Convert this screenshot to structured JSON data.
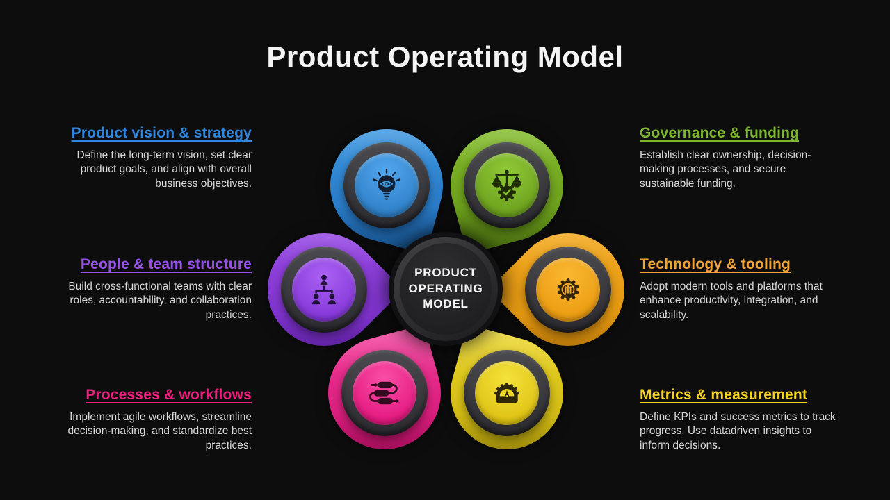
{
  "slide": {
    "title": "Product Operating Model",
    "background": "#0d0d0e",
    "center": {
      "lines": [
        "PRODUCT",
        "OPERATING",
        "MODEL"
      ]
    }
  },
  "segments": [
    {
      "id": "vision",
      "label": "Product vision & strategy",
      "description": "Define the long-term vision, set clear product goals, and align with overall business objectives.",
      "color": "#2e86de",
      "icon": "lightbulb-eye-icon"
    },
    {
      "id": "governance",
      "label": "Governance & funding",
      "description": "Establish clear ownership, decision-making processes, and secure sustainable funding.",
      "color": "#7cb62c",
      "icon": "scales-gear-icon"
    },
    {
      "id": "people",
      "label": "People & team structure",
      "description": "Build cross-functional teams with clear roles, accountability, and collaboration practices.",
      "color": "#9452e8",
      "icon": "org-chart-icon"
    },
    {
      "id": "technology",
      "label": "Technology & tooling",
      "description": "Adopt modern tools and platforms that enhance productivity, integration, and scalability.",
      "color": "#f0a437",
      "icon": "gear-circuit-icon"
    },
    {
      "id": "processes",
      "label": "Processes & workflows",
      "description": "Implement agile workflows, streamline decision-making, and standardize best practices.",
      "color": "#ed1e7d",
      "icon": "workflow-arrows-icon"
    },
    {
      "id": "metrics",
      "label": "Metrics & measurement",
      "description": "Define KPIs and success metrics to track progress. Use datadriven insights to inform decisions.",
      "color": "#f3d320",
      "icon": "gauge-gear-icon"
    }
  ]
}
